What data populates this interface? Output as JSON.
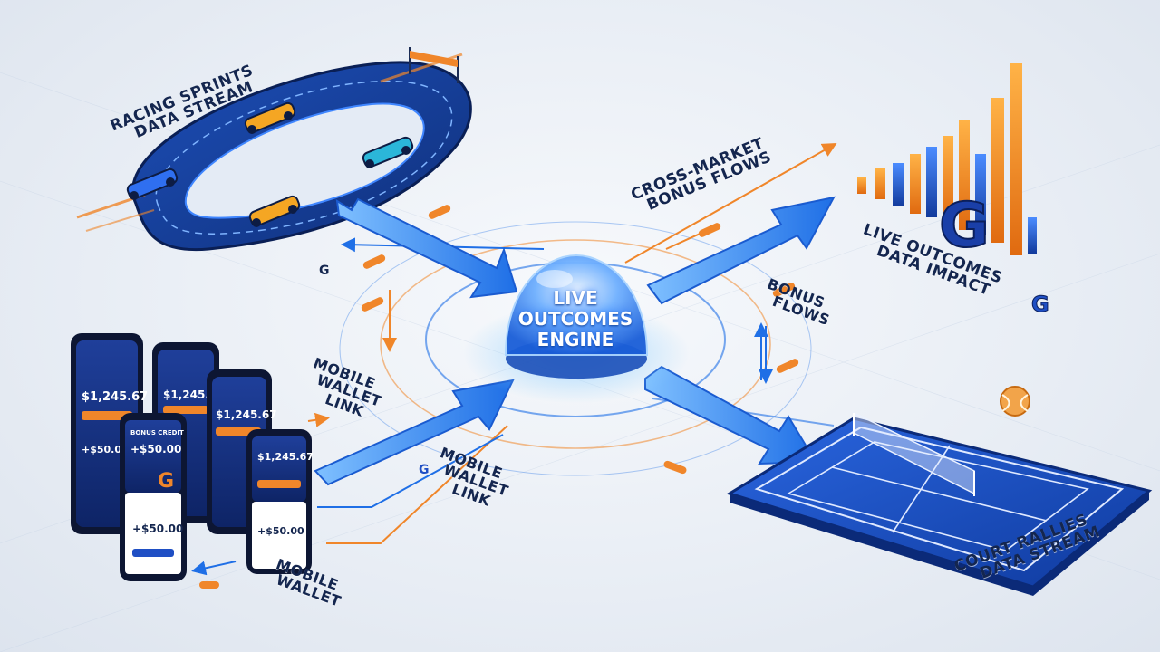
{
  "engine": {
    "line1": "LIVE",
    "line2": "OUTCOMES",
    "line3": "ENGINE"
  },
  "labels": {
    "racing": {
      "line1": "RACING SPRINTS",
      "line2": "DATA STREAM"
    },
    "cross_market": {
      "line1": "CROSS-MARKET",
      "line2": "BONUS FLOWS"
    },
    "live_outcomes_impact": {
      "line1": "LIVE OUTCOMES",
      "line2": "DATA IMPACT"
    },
    "bonus_flows": {
      "line1": "BONUS",
      "line2": "FLOWS"
    },
    "mobile_wallet_link_upper": {
      "line1": "MOBILE",
      "line2": "WALLET",
      "line3": "LINK"
    },
    "mobile_wallet_link_lower": {
      "line1": "MOBILE",
      "line2": "WALLET",
      "line3": "LINK"
    },
    "mobile_wallet": {
      "line1": "MOBILE",
      "line2": "WALLET"
    },
    "court": {
      "line1": "COURT RALLIES",
      "line2": "DATA STREAM"
    }
  },
  "phones": {
    "balance": "$1,245.67",
    "bonus_caption": "BONUS CREDIT",
    "bonus_amount": "+$50.00"
  },
  "brand": {
    "logo_letter": "G"
  },
  "colors": {
    "navy": "#14264f",
    "blue": "#1f6fe6",
    "orange": "#f0862a",
    "court": "#1a4fc4"
  }
}
